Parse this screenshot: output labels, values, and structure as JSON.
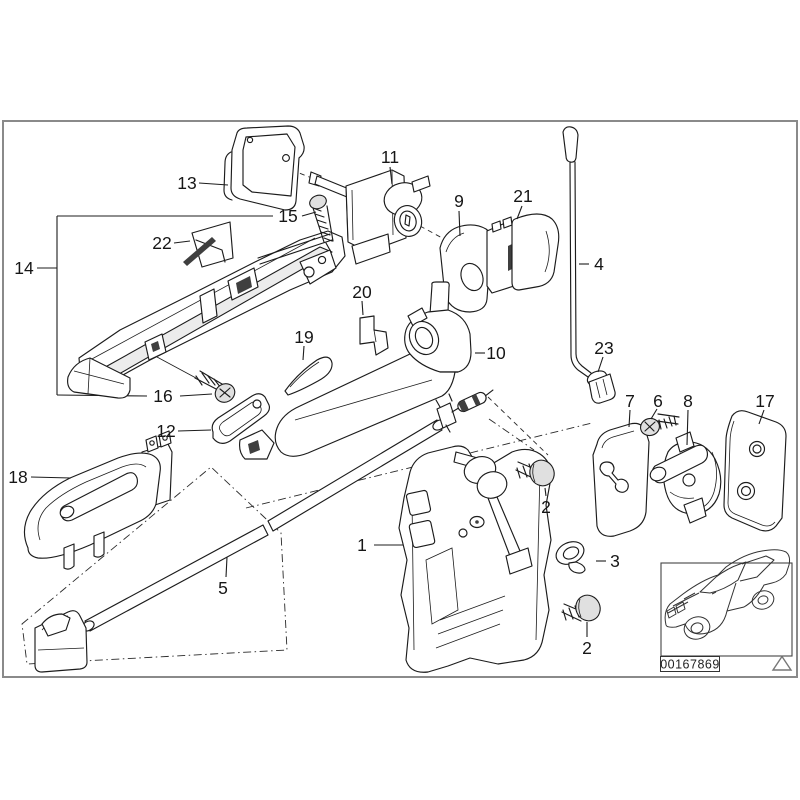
{
  "figure": {
    "image_number": "00167869"
  },
  "colors": {
    "ink": "#1c1c1c",
    "frame_border": "#8a8a8a",
    "background": "#ffffff"
  },
  "callouts": {
    "n1": "1",
    "n2a": "2",
    "n2b": "2",
    "n3": "3",
    "n4": "4",
    "n5": "5",
    "n6": "6",
    "n7": "7",
    "n8": "8",
    "n9": "9",
    "n10": "10",
    "n11": "11",
    "n12": "12",
    "n13": "13",
    "n14": "14",
    "n15": "15",
    "n16": "16",
    "n17": "17",
    "n18": "18",
    "n19": "19",
    "n20": "20",
    "n21": "21",
    "n22": "22",
    "n23": "23"
  }
}
